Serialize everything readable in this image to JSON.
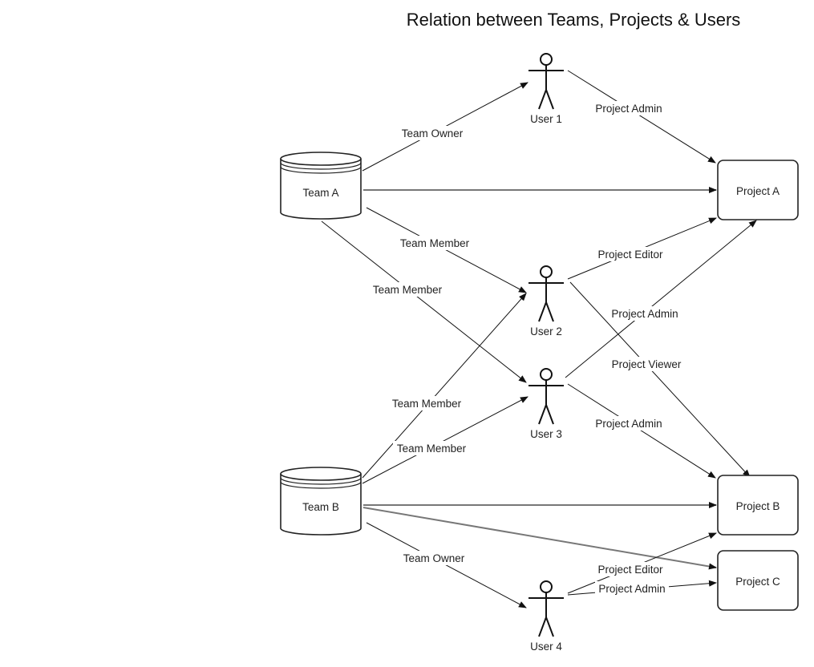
{
  "diagram": {
    "title": "Relation between Teams, Projects & Users",
    "teams": [
      {
        "id": "teamA",
        "label": "Team  A"
      },
      {
        "id": "teamB",
        "label": "Team B"
      }
    ],
    "projects": [
      {
        "id": "projA",
        "label": "Project A"
      },
      {
        "id": "projB",
        "label": "Project B"
      },
      {
        "id": "projC",
        "label": "Project C"
      }
    ],
    "users": [
      {
        "id": "user1",
        "label": "User 1"
      },
      {
        "id": "user2",
        "label": "User 2"
      },
      {
        "id": "user3",
        "label": "User 3"
      },
      {
        "id": "user4",
        "label": "User 4"
      }
    ],
    "edges": [
      {
        "from": "teamA",
        "to": "user1",
        "label": "Team Owner"
      },
      {
        "from": "user1",
        "to": "projA",
        "label": "Project Admin"
      },
      {
        "from": "teamA",
        "to": "projA",
        "label": ""
      },
      {
        "from": "teamA",
        "to": "user2",
        "label": "Team Member"
      },
      {
        "from": "teamA",
        "to": "user3",
        "label": "Team Member"
      },
      {
        "from": "user2",
        "to": "projA",
        "label": "Project Editor"
      },
      {
        "from": "user3",
        "to": "projA",
        "label": "Project Admin"
      },
      {
        "from": "user2",
        "to": "projB",
        "label": "Project Viewer"
      },
      {
        "from": "teamB",
        "to": "user2",
        "label": "Team Member"
      },
      {
        "from": "teamB",
        "to": "user3",
        "label": "Team Member"
      },
      {
        "from": "user3",
        "to": "projB",
        "label": "Project Admin"
      },
      {
        "from": "teamB",
        "to": "projB",
        "label": ""
      },
      {
        "from": "teamB",
        "to": "projC",
        "label": ""
      },
      {
        "from": "teamB",
        "to": "user4",
        "label": "Team Owner"
      },
      {
        "from": "user4",
        "to": "projB",
        "label": "Project Editor"
      },
      {
        "from": "user4",
        "to": "projC",
        "label": "Project Admin"
      }
    ]
  }
}
